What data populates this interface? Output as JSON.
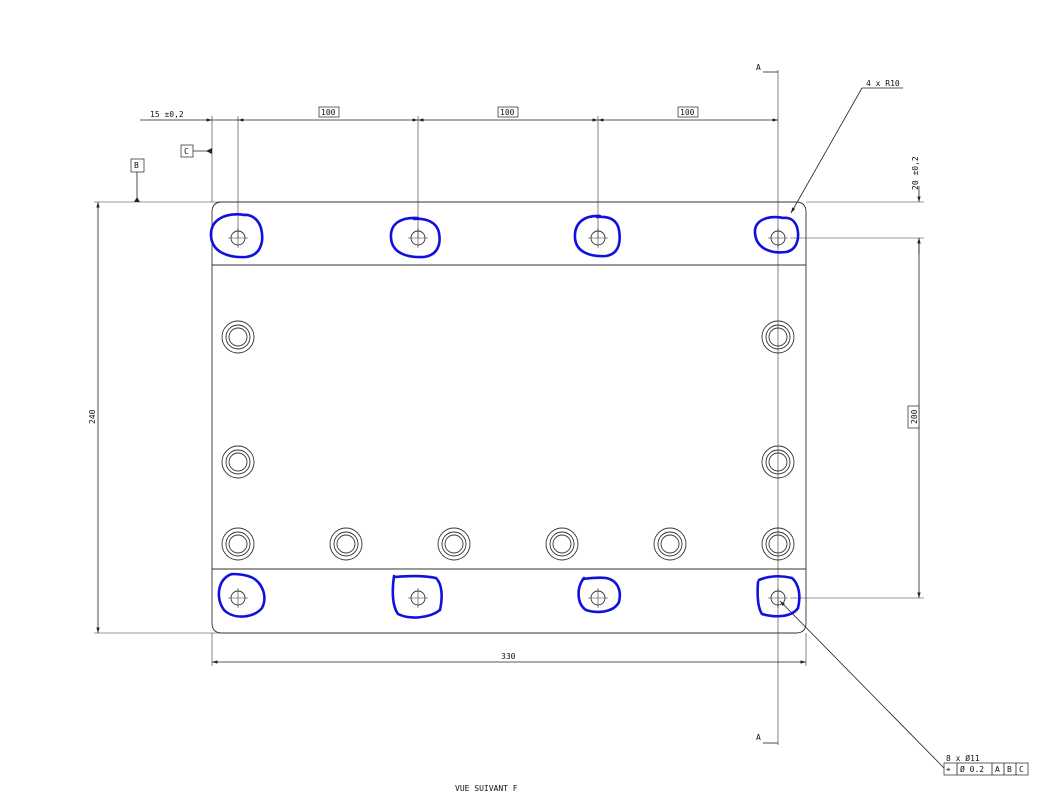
{
  "view_title": "VUE SUIVANT F",
  "section_marker": "A",
  "datums": {
    "b": "B",
    "c": "C"
  },
  "dimensions": {
    "pitch_1": "100",
    "pitch_2": "100",
    "pitch_3": "100",
    "edge_offset": "15 ±0,2",
    "top_offset": "20 ±0,2",
    "hole_spacing_vertical": "200",
    "overall_height": "240",
    "overall_width": "330",
    "corner_radius": "4 x R10"
  },
  "hole_callout": {
    "quantity_diameter": "8 x Ø11",
    "position_symbol": "⌖",
    "tolerance": "Ø 0.2",
    "datum_refs": [
      "A",
      "B",
      "C"
    ]
  },
  "colors": {
    "line": "#222222",
    "markup": "#1010e0"
  }
}
